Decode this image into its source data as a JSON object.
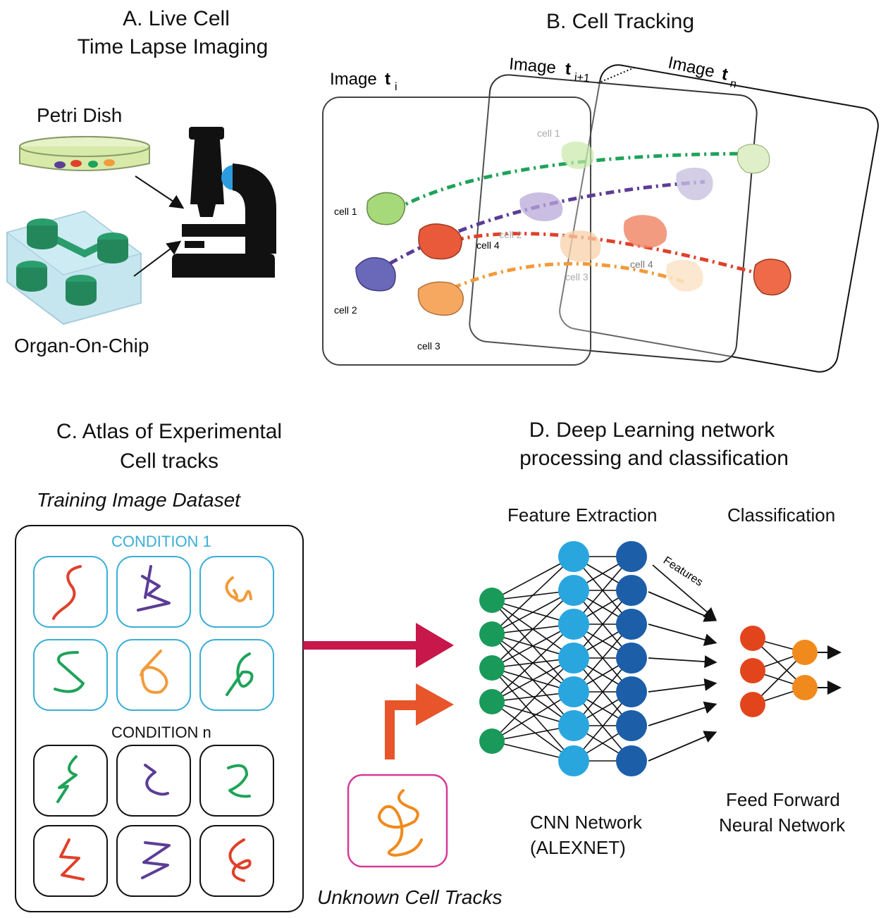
{
  "panel_a": {
    "title_line1": "A. Live Cell",
    "title_line2": "Time Lapse Imaging",
    "petri_label": "Petri Dish",
    "chip_label": "Organ-On-Chip"
  },
  "panel_b": {
    "title": "B. Cell Tracking",
    "image_labels": {
      "prefix": "Image",
      "t": "t",
      "sub_i": "i",
      "sub_i1": "i+1",
      "sub_n": "n"
    },
    "cells": [
      "cell 1",
      "cell 2",
      "cell 3",
      "cell 4"
    ],
    "ghost_cells": [
      "cell 1",
      "cell 2",
      "cell 3",
      "cell 4"
    ]
  },
  "panel_c": {
    "title_line1": "C. Atlas of Experimental",
    "title_line2": "Cell tracks",
    "dataset_label": "Training Image Dataset",
    "condition_1": "CONDITION 1",
    "condition_n": "CONDITION n",
    "unknown_label": "Unknown Cell Tracks"
  },
  "panel_d": {
    "title_line1": "D. Deep Learning network",
    "title_line2": "processing and classification",
    "feature_extraction": "Feature Extraction",
    "classification": "Classification",
    "features": "Features",
    "cnn_line1": "CNN Network",
    "cnn_line2": "(ALEXNET)",
    "ffnn_line1": "Feed Forward",
    "ffnn_line2": "Neural Network"
  },
  "colors": {
    "green": "#1fa35a",
    "purple": "#5b3d96",
    "red": "#e0402a",
    "orange": "#f29b3a",
    "cond1_border": "#3aaed8",
    "unknown_border": "#d63a97",
    "arrow_red": "#c8174a",
    "arrow_orange": "#e8552a",
    "node_green": "#1a9a5a",
    "node_light_blue": "#2aa6df",
    "node_dark_blue": "#1c5ea8",
    "node_red": "#e2451c",
    "node_orange": "#f08a1c",
    "microscope": "#111111",
    "microscope_lens": "#2d9be0",
    "chip": "#2a9d6c"
  }
}
